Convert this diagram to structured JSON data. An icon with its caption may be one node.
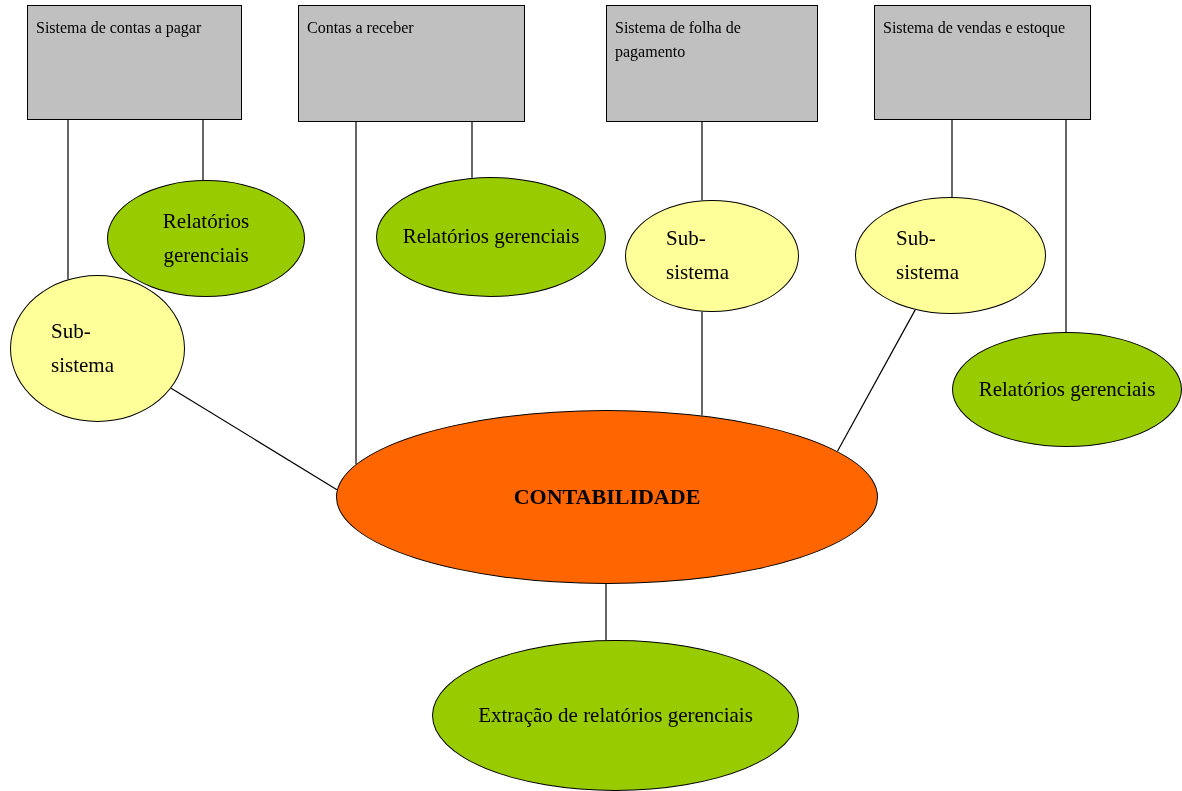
{
  "diagram": {
    "nodes": [
      {
        "text": [
          "Sistema de contas a pagar"
        ]
      },
      {
        "text": [
          "Contas a receber"
        ]
      },
      {
        "text": [
          "Sistema de folha de pagamento"
        ]
      },
      {
        "text": [
          "Sistema de vendas e estoque"
        ]
      },
      {
        "text": [
          "Relatórios gerenciais"
        ]
      },
      {
        "text": [
          "Relatórios gerenciais"
        ]
      },
      {
        "text": [
          "Sub- sistema"
        ]
      },
      {
        "text": [
          "Sub- sistema"
        ]
      },
      {
        "text": [
          "Sub- sistema"
        ]
      },
      {
        "text": [
          "Relatórios gerenciais"
        ]
      },
      {
        "text": [
          "CONTABILIDADE"
        ]
      },
      {
        "text": [
          "Extração de relatórios gerenciais"
        ]
      }
    ],
    "edges": [
      {
        "from": 0,
        "to": 8,
        "arrow": "none"
      },
      {
        "from": 0,
        "to": 4,
        "arrow": "none"
      },
      {
        "from": 1,
        "to": 10,
        "arrow": "none"
      },
      {
        "from": 1,
        "to": 5,
        "arrow": "none"
      },
      {
        "from": 2,
        "to": 6,
        "arrow": "none"
      },
      {
        "from": 3,
        "to": 7,
        "arrow": "none"
      },
      {
        "from": 3,
        "to": 9,
        "arrow": "none"
      },
      {
        "from": 8,
        "to": 10,
        "arrow": "none"
      },
      {
        "from": 6,
        "to": 10,
        "arrow": "none"
      },
      {
        "from": 7,
        "to": 10,
        "arrow": "none"
      },
      {
        "from": 10,
        "to": 11,
        "arrow": "none"
      }
    ]
  }
}
